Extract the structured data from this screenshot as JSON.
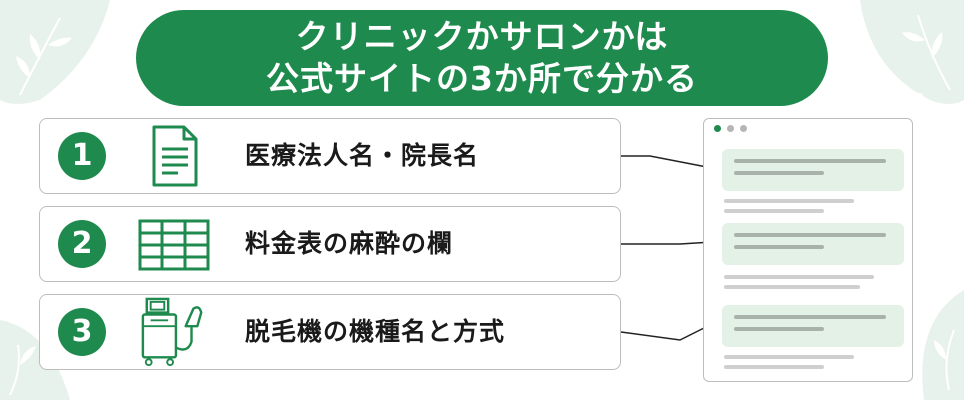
{
  "title": {
    "line1": "クリニックかサロンかは",
    "line2": "公式サイトの3か所で分かる"
  },
  "items": [
    {
      "number": "1",
      "icon": "document-icon",
      "label": "医療法人名・院長名"
    },
    {
      "number": "2",
      "icon": "table-icon",
      "label": "料金表の麻酔の欄"
    },
    {
      "number": "3",
      "icon": "laser-machine-icon",
      "label": "脱毛機の機種名と方式"
    }
  ],
  "browser": {
    "icon": "browser-window-icon",
    "dot_colors": [
      "#1f8a4d",
      "#b5b5b5",
      "#b5b5b5"
    ]
  },
  "colors": {
    "accent": "#1f8a4d",
    "highlight": "#e3f1e6",
    "leaf_decoration": "#e4f0ea"
  }
}
